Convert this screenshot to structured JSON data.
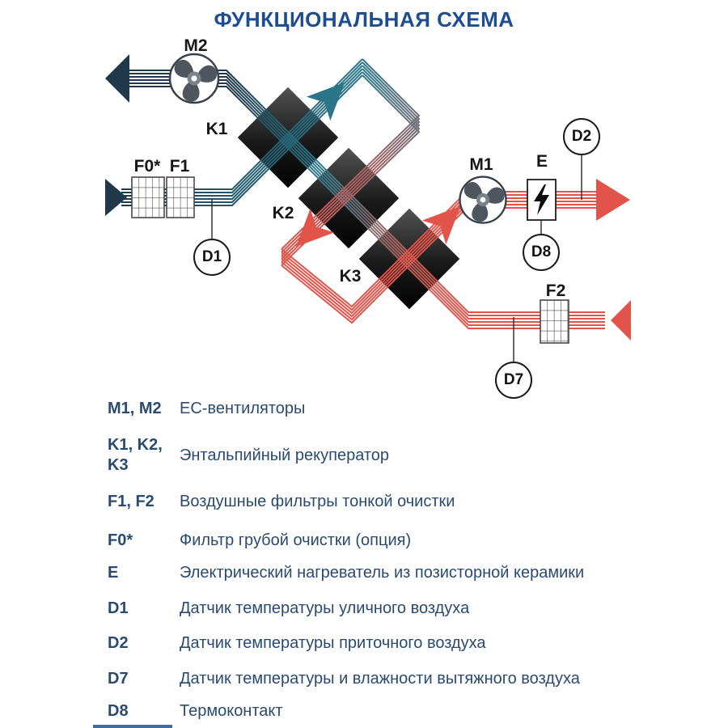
{
  "app": {
    "title": "ФУНКЦИОНАЛЬНАЯ СХЕМА"
  },
  "colors": {
    "title_blue": "#1d4e91",
    "legend_navy": "#2b4a70",
    "divider_blue": "#3c6ea5",
    "supply_cold_navy": "#1f3747",
    "supply_teal": "#2b7589",
    "supply_warm_red": "#e2534a",
    "extract_red": "#e2534a",
    "exhaust_navy": "#1f3747",
    "core_black": "#0a0a0a"
  },
  "diagram": {
    "labels": {
      "m2": "M2",
      "m1": "M1",
      "k1": "K1",
      "k2": "K2",
      "k3": "K3",
      "f0": "F0*",
      "f1": "F1",
      "f2": "F2",
      "e": "E"
    },
    "sensors": {
      "d1": "D1",
      "d2": "D2",
      "d7": "D7",
      "d8": "D8"
    },
    "components": {
      "fans": [
        "M1",
        "M2"
      ],
      "recuperator_cores": [
        "K1",
        "K2",
        "K3"
      ],
      "filters": [
        "F0*",
        "F1",
        "F2"
      ],
      "heater": "E"
    }
  },
  "legend": {
    "items": [
      {
        "key": "M1, M2",
        "desc": "ЕС-вентиляторы"
      },
      {
        "key": "K1, K2,\nK3",
        "desc": "Энтальпийный рекуператор"
      },
      {
        "key": "F1, F2",
        "desc": "Воздушные фильтры тонкой очистки"
      },
      {
        "key": "F0*",
        "desc": "Фильтр грубой очистки (опция)"
      },
      {
        "key": "E",
        "desc": "Электрический нагреватель из позисторной керамики"
      },
      {
        "key": "D1",
        "desc": "Датчик температуры уличного воздуха"
      },
      {
        "key": "D2",
        "desc": "Датчик температуры приточного воздуха"
      },
      {
        "key": "D7",
        "desc": "Датчик температуры и влажности вытяжного воздуха"
      },
      {
        "key": "D8",
        "desc": "Термоконтакт"
      }
    ]
  }
}
